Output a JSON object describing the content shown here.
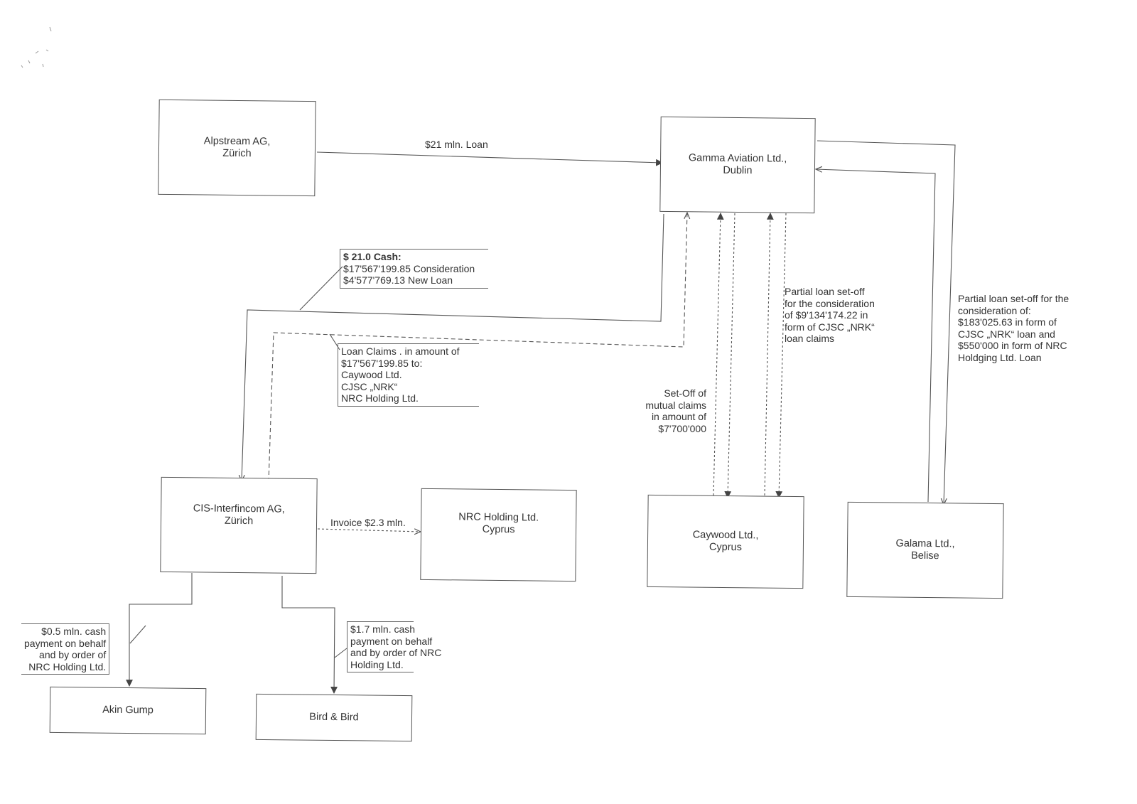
{
  "entities": {
    "alpstream": {
      "line1": "Alpstream AG,",
      "line2": "Zürich"
    },
    "gamma": {
      "line1": "Gamma Aviation Ltd.,",
      "line2": "Dublin"
    },
    "cis": {
      "line1": "CIS-Interfincom AG,",
      "line2": "Zürich"
    },
    "nrc": {
      "line1": "NRC Holding Ltd.",
      "line2": "Cyprus"
    },
    "caywood": {
      "line1": "Caywood Ltd.,",
      "line2": "Cyprus"
    },
    "galama": {
      "line1": "Galama Ltd.,",
      "line2": "Belise"
    },
    "akin": {
      "line1": "Akin Gump"
    },
    "bird": {
      "line1": "Bird & Bird"
    }
  },
  "flows": {
    "loan": "$21 mln. Loan",
    "invoice": "Invoice $2.3 mln.",
    "cash": {
      "title": "$ 21.0 Cash:",
      "line1": "$17'567'199.85 Consideration",
      "line2": "$4'577'769.13 New Loan"
    },
    "loan_claims": {
      "line1": "Loan Claims . in amount of",
      "line2": "$17'567'199.85 to:",
      "line3": "Caywood Ltd.",
      "line4": "CJSC „NRK“",
      "line5": "NRC Holding Ltd."
    },
    "setoff_mutual": {
      "line1": "Set-Off of",
      "line2": "mutual claims",
      "line3": "in amount of",
      "line4": "$7'700'000"
    },
    "partial_caywood": {
      "line1": "Partial loan set-off",
      "line2": "for the consideration",
      "line3": "of $9'134'174.22 in",
      "line4": "form of CJSC „NRK“",
      "line5": "loan claims"
    },
    "partial_galama": {
      "line1": "Partial loan set-off for the",
      "line2": "consideration of:",
      "line3": "$183'025.63 in form of",
      "line4": "CJSC „NRK“ loan and",
      "line5": "$550'000 in form of NRC",
      "line6": "Holdging Ltd. Loan"
    },
    "akin_payment": {
      "line1": "$0.5 mln. cash",
      "line2": "payment on behalf",
      "line3": "and by order of",
      "line4": "NRC Holding Ltd."
    },
    "bird_payment": {
      "line1": "$1.7 mln. cash",
      "line2": "payment on behalf",
      "line3": "and by order of NRC",
      "line4": "Holding Ltd."
    }
  }
}
